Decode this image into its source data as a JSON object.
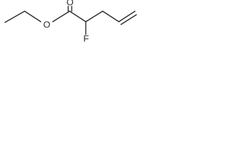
{
  "molecule": {
    "atoms": {
      "o_carbonyl": "O",
      "o_ester": "O",
      "fluorine": "F"
    }
  }
}
